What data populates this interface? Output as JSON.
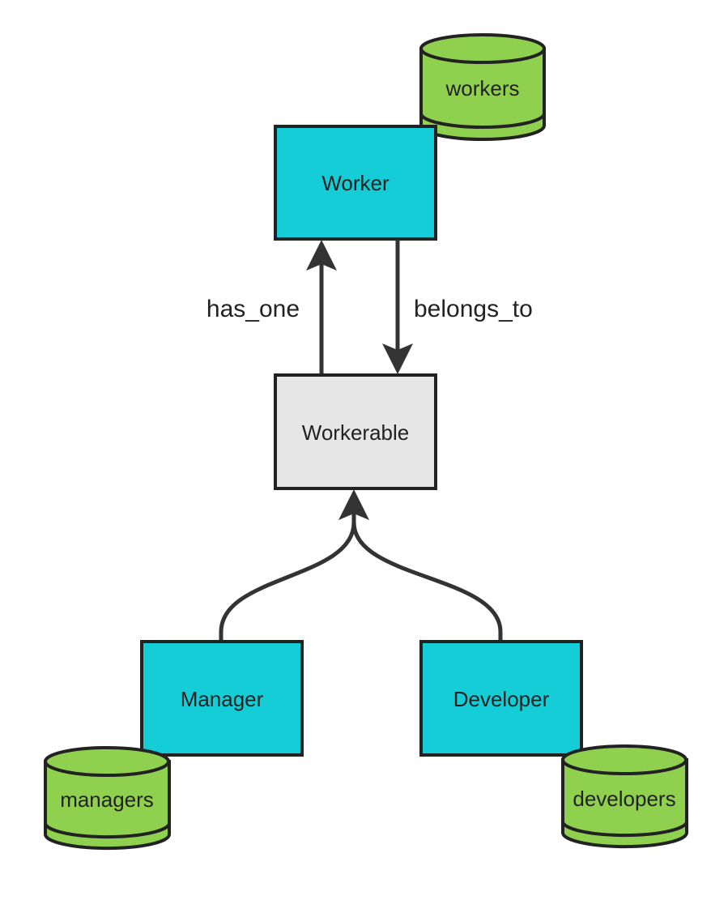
{
  "colors": {
    "model_fill": "#14CDD6",
    "concern_fill": "#E6E6E6",
    "table_fill": "#8FD14F",
    "stroke": "#222222",
    "edge": "#333333"
  },
  "nodes": {
    "worker": "Worker",
    "workerable": "Workerable",
    "manager": "Manager",
    "developer": "Developer"
  },
  "tables": {
    "workers": "workers",
    "managers": "managers",
    "developers": "developers"
  },
  "edges": {
    "has_one": "has_one",
    "belongs_to": "belongs_to"
  }
}
